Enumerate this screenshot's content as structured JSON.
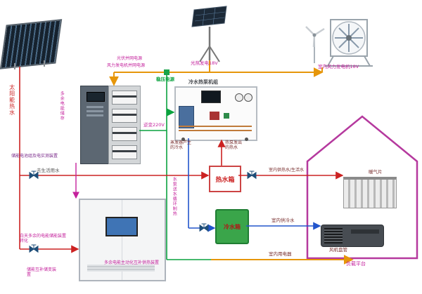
{
  "labels": {
    "solar_hot_water": "太阳能热水",
    "pv_parallel": "光伏并网电源",
    "wind_parallel": "风力发电机并网电源",
    "pv_gen": "光热发电18V",
    "wind_gen": "室内风力发电机18V",
    "stab_power": "稳压电源",
    "heat_pump": "冷水热泵机组",
    "surplus_store": "多余电能储存",
    "battery_label": "储能电池组及电实测装置",
    "inverter220": "逆变220V",
    "evap_cold": "蒸发器产生的冷水",
    "pump_hot": "热泵发出的热水",
    "hot_tank": "热水箱",
    "domestic": "去生活用水",
    "pump_cycle": "水泵送水循环制热",
    "cold_tank": "冷水箱",
    "indoor_hot": "室内供热水/生活水",
    "indoor_cold": "室内供冷水",
    "indoor_power": "室内用电器",
    "radiator": "暖气片",
    "fan_coil": "风机盘管",
    "load_platform": "负载平台",
    "day_surplus": "白天多余的电能储能装置转化",
    "surplus_heat": "多余电能主动化互补供热装置",
    "storage_inverter": "储能互补储变装置"
  },
  "colors": {
    "hot_water_line": "#cc2222",
    "cold_water_line": "#2255cc",
    "power_bus_line": "#e6960a",
    "regulated_line": "#0aa23e",
    "annotation": "#c4219c",
    "house_outline": "#b5399e"
  }
}
